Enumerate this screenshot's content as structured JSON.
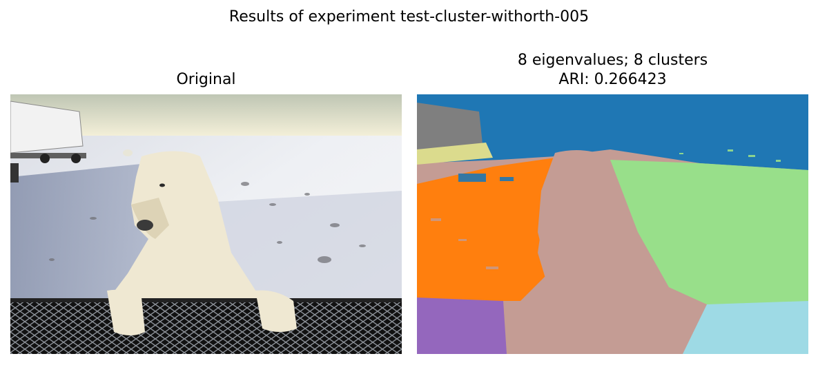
{
  "figure": {
    "suptitle": "Results of experiment test-cluster-withorth-005"
  },
  "panels": {
    "left": {
      "title": "Original"
    },
    "right": {
      "title_line1": "8 eigenvalues; 8 clusters",
      "title_line2": "ARI: 0.266423"
    }
  },
  "colors": {
    "sky_cluster": "#1f77b4",
    "orange_cluster": "#ff7f0e",
    "green_cluster": "#98df8a",
    "bear_cluster": "#c49c94",
    "purple_cluster": "#9467bd",
    "cyan_cluster": "#9edae5",
    "gray_cluster": "#7f7f7f",
    "olive_cluster": "#dbdb8d"
  }
}
